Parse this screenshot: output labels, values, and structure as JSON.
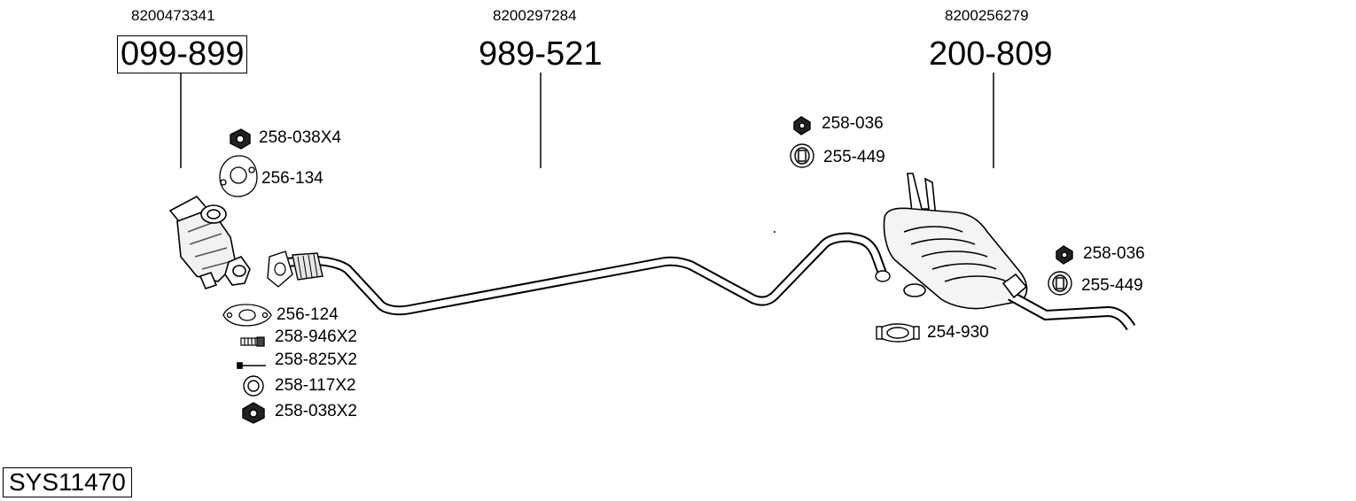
{
  "assemblies": [
    {
      "oem": "8200473341",
      "part": "099-899"
    },
    {
      "oem": "8200297284",
      "part": "989-521"
    },
    {
      "oem": "8200256279",
      "part": "200-809"
    }
  ],
  "parts": {
    "nut_front_x4": "258-038X4",
    "gasket_manifold": "256-134",
    "gasket_flange": "256-124",
    "spring_x2": "258-946X2",
    "bolt_x2": "258-825X2",
    "ring_x2": "258-117X2",
    "nut_front_x2": "258-038X2",
    "nut_mid": "258-036",
    "hanger_mid": "255-449",
    "nut_rear": "258-036",
    "hanger_rear": "255-449",
    "clamp_rear": "254-930"
  },
  "system_code": "SYS11470"
}
